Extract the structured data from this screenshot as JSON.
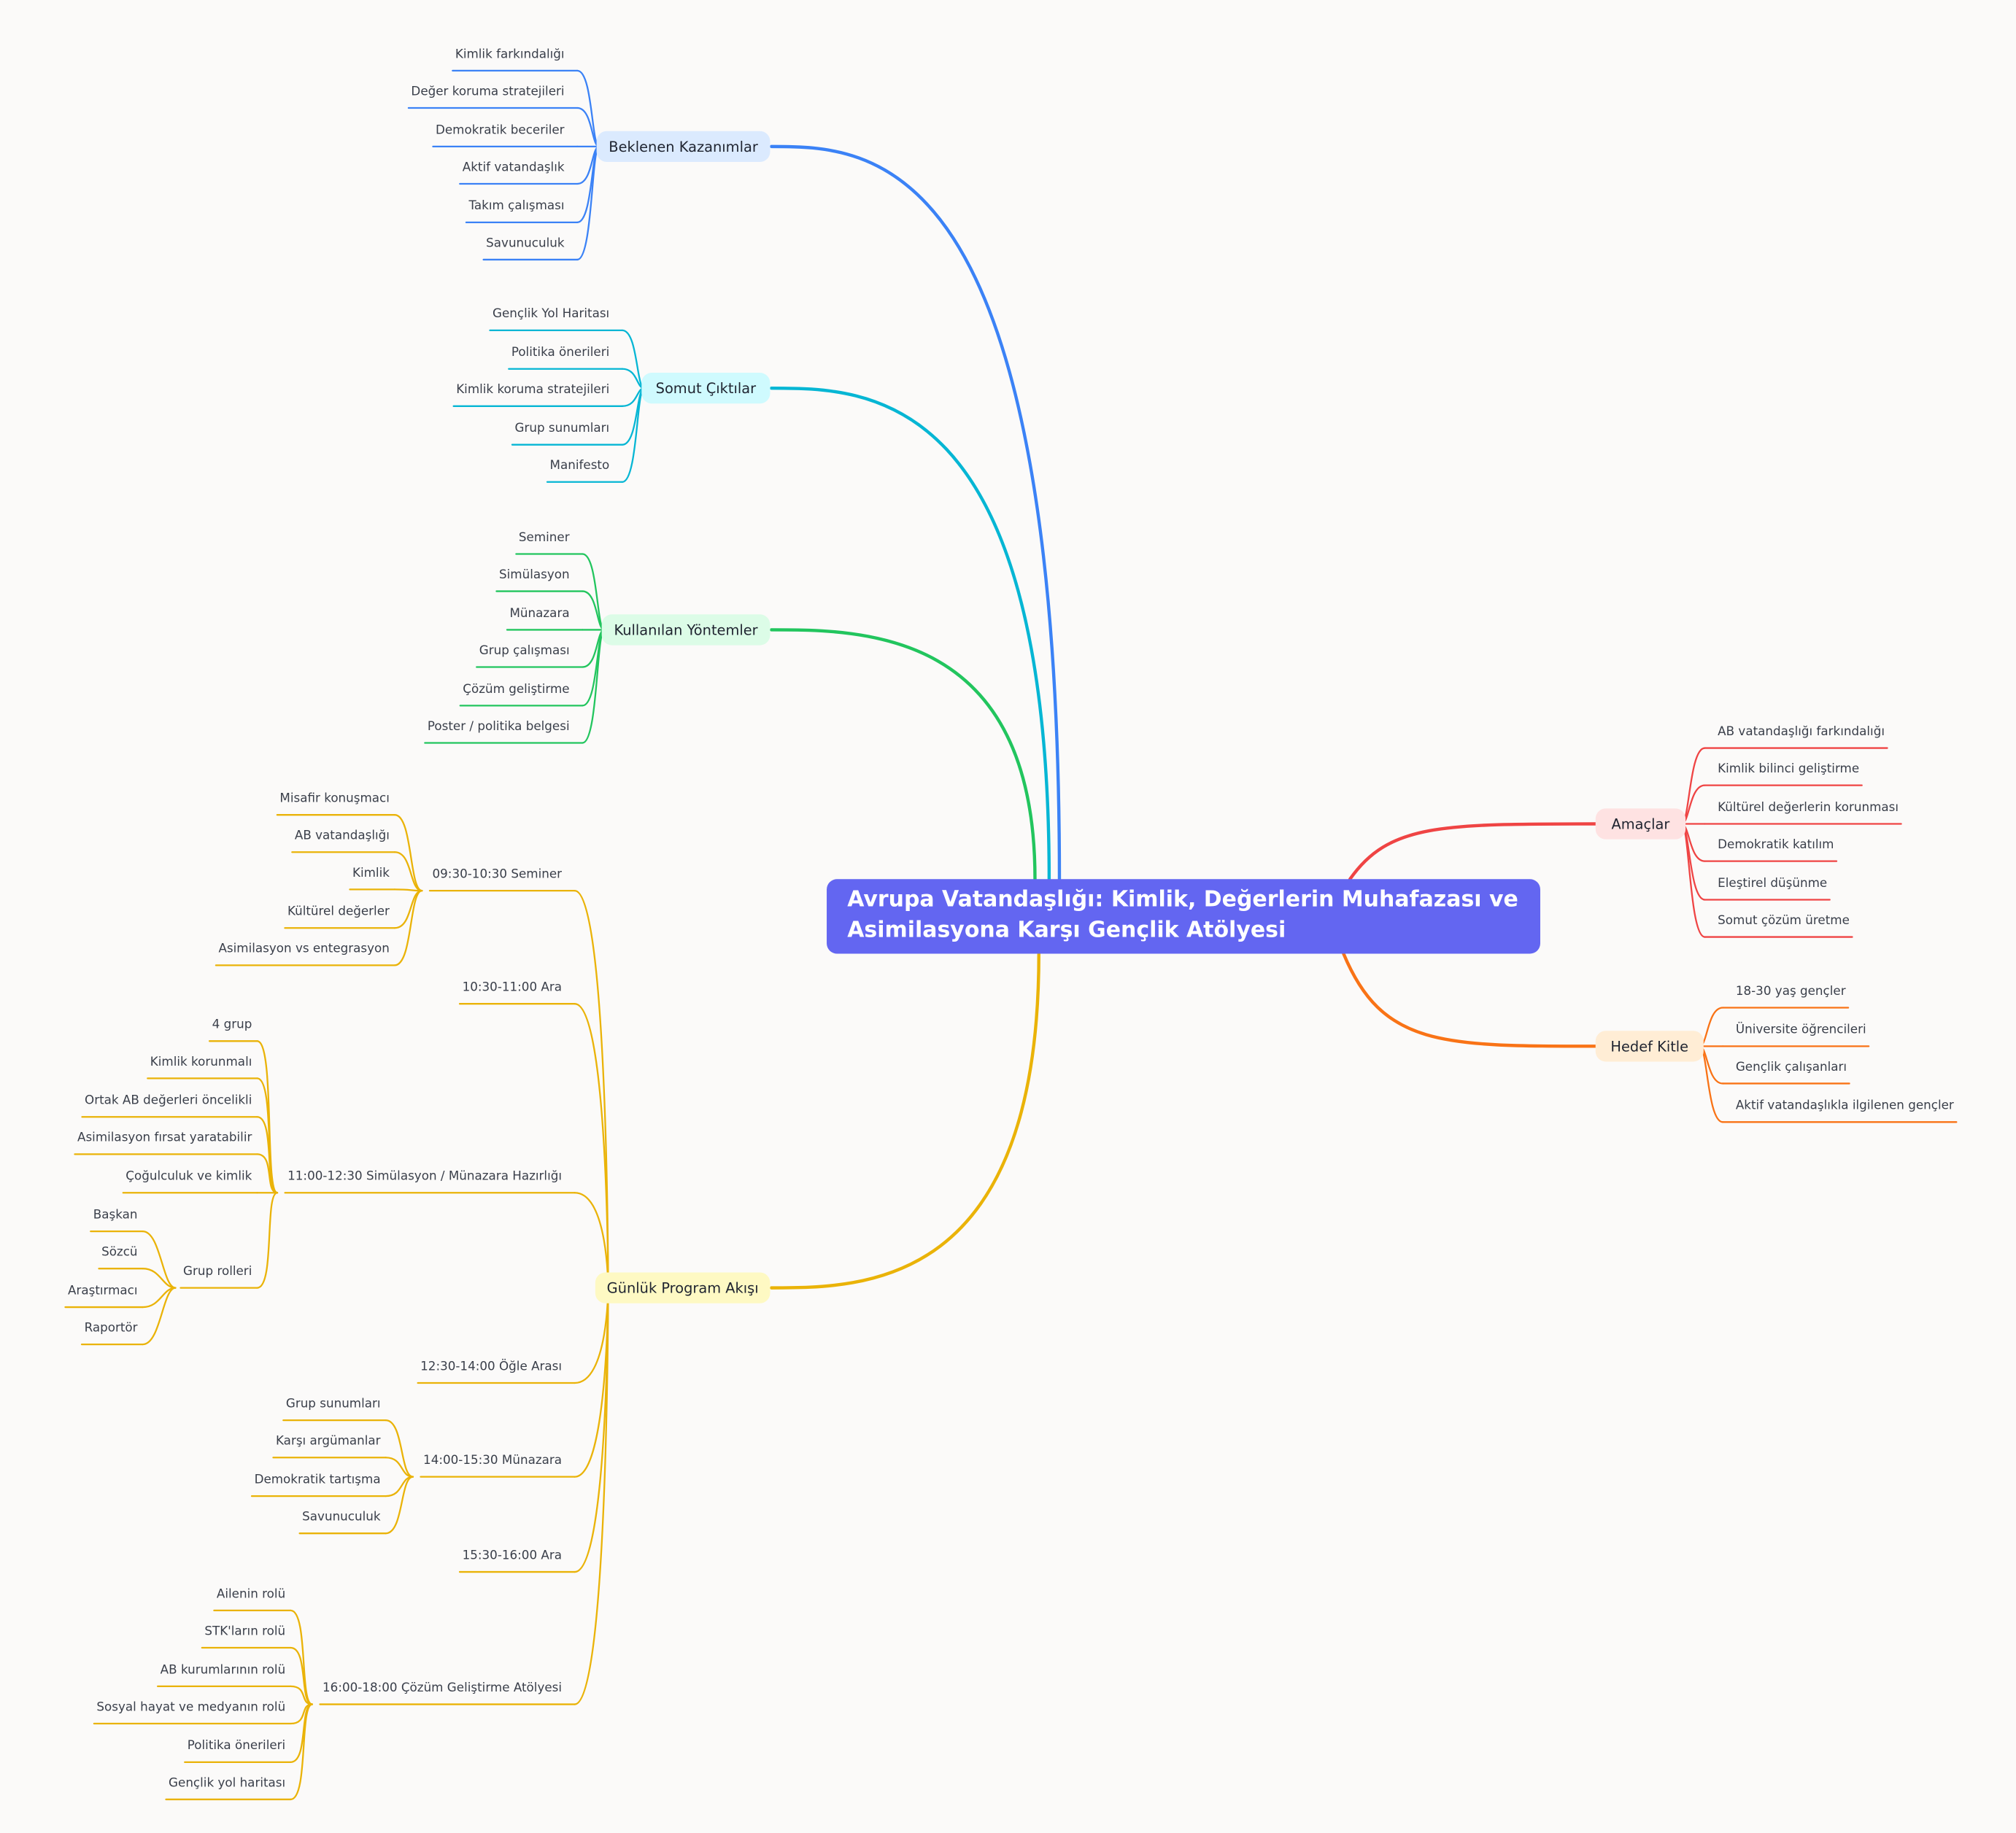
{
  "root": {
    "title_line1": "Avrupa Vatandaşlığı: Kimlik, Değerlerin Muhafazası ve",
    "title_line2": "Asimilasyona Karşı Gençlik Atölyesi",
    "color": "#6366f1"
  },
  "branches": [
    {
      "id": "beklenen",
      "label": "Beklenen Kazanımlar",
      "color": "#3b82f6",
      "bg": "#dbeafe",
      "children": [
        "Kimlik farkındalığı",
        "Değer koruma stratejileri",
        "Demokratik beceriler",
        "Aktif vatandaşlık",
        "Takım çalışması",
        "Savunuculuk"
      ]
    },
    {
      "id": "somut",
      "label": "Somut Çıktılar",
      "color": "#06b6d4",
      "bg": "#cffafe",
      "children": [
        "Gençlik Yol Haritası",
        "Politika önerileri",
        "Kimlik koruma stratejileri",
        "Grup sunumları",
        "Manifesto"
      ]
    },
    {
      "id": "yontemler",
      "label": "Kullanılan Yöntemler",
      "color": "#22c55e",
      "bg": "#dcfce7",
      "children": [
        "Seminer",
        "Simülasyon",
        "Münazara",
        "Grup çalışması",
        "Çözüm geliştirme",
        "Poster / politika belgesi"
      ]
    },
    {
      "id": "program",
      "label": "Günlük Program Akışı",
      "color": "#eab308",
      "bg": "#fef9c3",
      "children": [
        {
          "label": "09:30-10:30 Seminer",
          "children": [
            "Misafir konuşmacı",
            "AB vatandaşlığı",
            "Kimlik",
            "Kültürel değerler",
            "Asimilasyon vs entegrasyon"
          ]
        },
        {
          "label": "10:30-11:00 Ara"
        },
        {
          "label": "11:00-12:30 Simülasyon / Münazara Hazırlığı",
          "children": [
            "4 grup",
            "Kimlik korunmalı",
            "Ortak AB değerleri öncelikli",
            "Asimilasyon fırsat yaratabilir",
            "Çoğulculuk ve kimlik",
            {
              "label": "Grup rolleri",
              "children": [
                "Başkan",
                "Sözcü",
                "Araştırmacı",
                "Raportör"
              ]
            }
          ]
        },
        {
          "label": "12:30-14:00 Öğle Arası"
        },
        {
          "label": "14:00-15:30 Münazara",
          "children": [
            "Grup sunumları",
            "Karşı argümanlar",
            "Demokratik tartışma",
            "Savunuculuk"
          ]
        },
        {
          "label": "15:30-16:00 Ara"
        },
        {
          "label": "16:00-18:00 Çözüm Geliştirme Atölyesi",
          "children": [
            "Ailenin rolü",
            "STK'ların rolü",
            "AB kurumlarının rolü",
            "Sosyal hayat ve medyanın rolü",
            "Politika önerileri",
            "Gençlik yol haritası"
          ]
        }
      ]
    },
    {
      "id": "amaclar",
      "label": "Amaçlar",
      "color": "#ef4444",
      "bg": "#fee2e2",
      "children": [
        "AB vatandaşlığı farkındalığı",
        "Kimlik bilinci geliştirme",
        "Kültürel değerlerin korunması",
        "Demokratik katılım",
        "Eleştirel düşünme",
        "Somut çözüm üretme"
      ]
    },
    {
      "id": "hedef",
      "label": "Hedef Kitle",
      "color": "#f97316",
      "bg": "#ffedd5",
      "children": [
        "18-30 yaş gençler",
        "Üniversite öğrencileri",
        "Gençlik çalışanları",
        "Aktif vatandaşlıkla ilgilenen gençler"
      ]
    }
  ]
}
